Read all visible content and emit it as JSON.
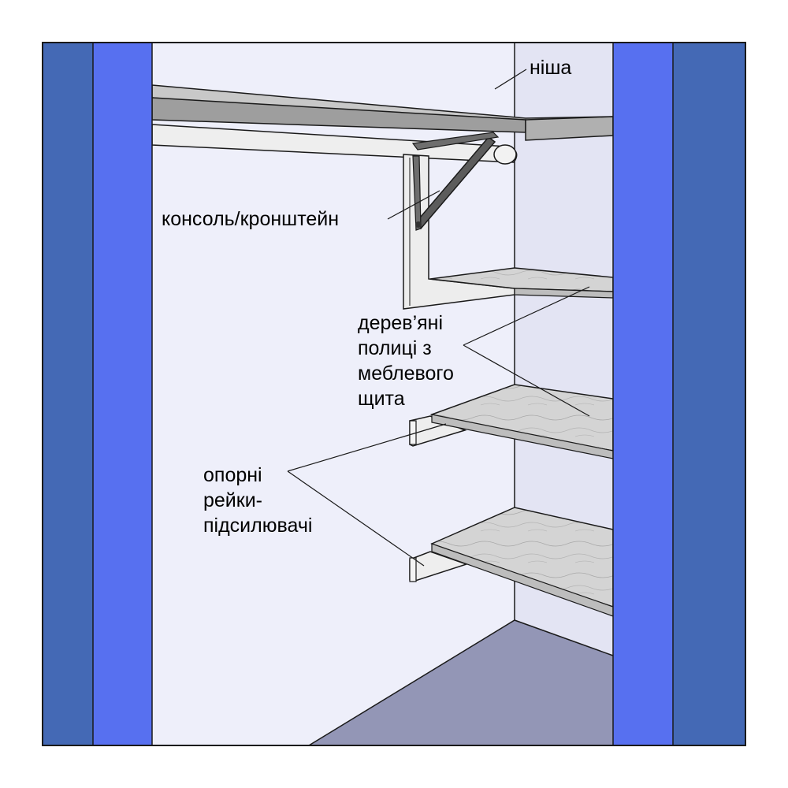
{
  "labels": {
    "niche": "ніша",
    "console": "консоль/кронштейн",
    "shelves": [
      "дерев’яні",
      "полиці з",
      "меблевого",
      "щита"
    ],
    "rails": [
      "опорні",
      "рейки-",
      "підсилювачі"
    ]
  },
  "colors": {
    "outer_frame": "#4469b5",
    "inner_frame": "#5770f0",
    "back_wall": "#eeeffa",
    "side_wall": "#e3e4f3",
    "floor": "#9396b6",
    "shelf_wood": "#d4d4d4",
    "shelf_edge": "#bdbdbd",
    "rod_top": "#bfbfbf",
    "rod_front": "#9e9e9e",
    "bracket": "#5c5c5c",
    "line": "#1a1a1a"
  }
}
